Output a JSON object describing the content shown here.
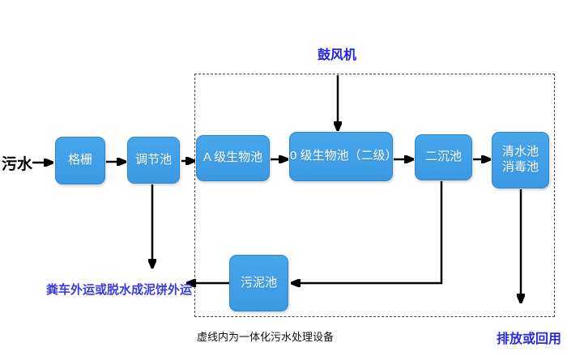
{
  "diagram": {
    "source_label": "污水",
    "nodes": {
      "grid": {
        "label": "格栅"
      },
      "regulating_tank": {
        "label": "调节池"
      },
      "a_bio_tank": {
        "label": "A 级生物池"
      },
      "o_bio_tank": {
        "label": "0 级生物池（二级）"
      },
      "secondary_sedimentation_tank": {
        "label": "二沉池"
      },
      "clean_water_tank": {
        "line1": "清水池",
        "line2": "消毒池"
      },
      "sludge_tank": {
        "label": "污泥池"
      }
    },
    "labels": {
      "blower": "鼓风机",
      "sludge_disposal": "粪车外运或脱水成泥饼外运",
      "dashed_box_caption": "虚线内为一体化污水处理设备",
      "discharge": "排放或回用"
    },
    "colors": {
      "node_fill": "#3FA0E6",
      "node_border": "#2F86CC",
      "node_text": "#FFFFFF",
      "annotation_blue": "#2A2AE0",
      "arrow": "#000000",
      "dashed_border": "#444444",
      "background": "#FFFFFF"
    }
  }
}
